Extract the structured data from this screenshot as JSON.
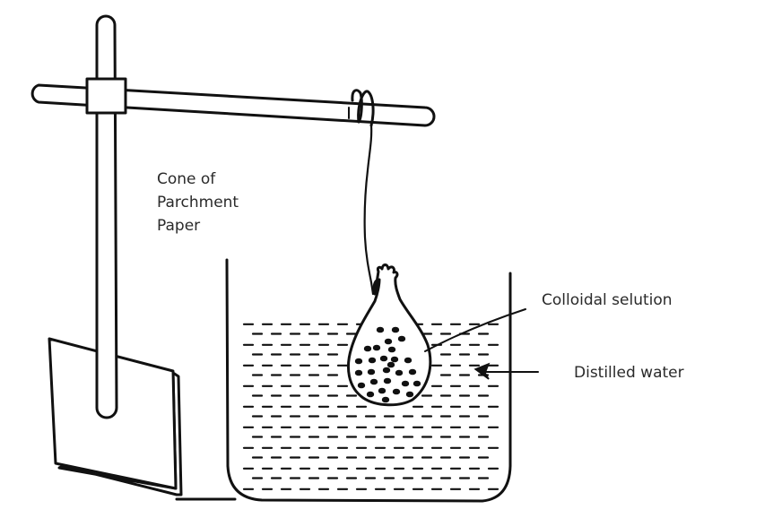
{
  "diagram": {
    "title": "Dialysis of colloidal solution using parchment paper bag",
    "labels": {
      "cone_line1": "Cone of",
      "cone_line2": "Parchment",
      "cone_line3": "Paper",
      "colloidal_solution": "Colloidal selution",
      "distilled_water": "Distilled water"
    },
    "components": [
      "retort-stand",
      "clamp",
      "horizontal-rod",
      "string",
      "parchment-bag",
      "beaker",
      "distilled-water",
      "colloidal-particles"
    ],
    "colors": {
      "ink": "#111111",
      "text": "#2a2a2a",
      "background": "#ffffff"
    }
  }
}
